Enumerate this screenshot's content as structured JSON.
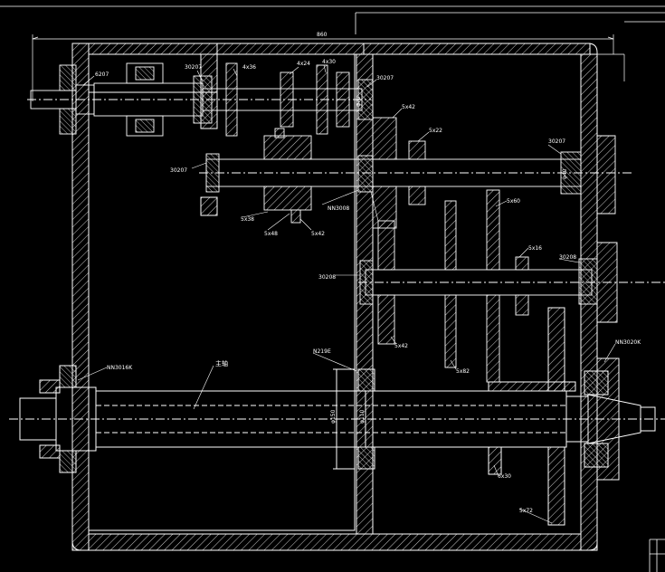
{
  "drawing": {
    "line_color": "#ffffff",
    "background": "#000000",
    "dim_overall": "860",
    "labels": {
      "b207": "6207",
      "b30207_a": "30207",
      "b30207_b": "30207",
      "b30207_c": "30207",
      "b30207_d": "30207",
      "b30208_a": "30208",
      "b30208_b": "30208",
      "nn3008": "NN3008",
      "n219e": "N219E",
      "nn3016k": "NN3016K",
      "nn3020k": "NN3020K",
      "g4x36": "4x36",
      "g4x24": "4x24",
      "g4x30": "4x30",
      "g5x42_a": "5x42",
      "g5x22": "5x22",
      "g5x60": "5x60",
      "g5x16": "5x16",
      "g5x38": "5x38",
      "g5x48": "5x48",
      "g5x42_b": "5x42",
      "g5x42_c": "5x42",
      "g5x82": "5x82",
      "g6x30": "6x30",
      "g5x72": "5x72",
      "main_shaft": "主轴",
      "dia_150": "φ150",
      "dia_110": "φ110",
      "dia_70": "φ70",
      "dia_40": "φ40"
    }
  }
}
